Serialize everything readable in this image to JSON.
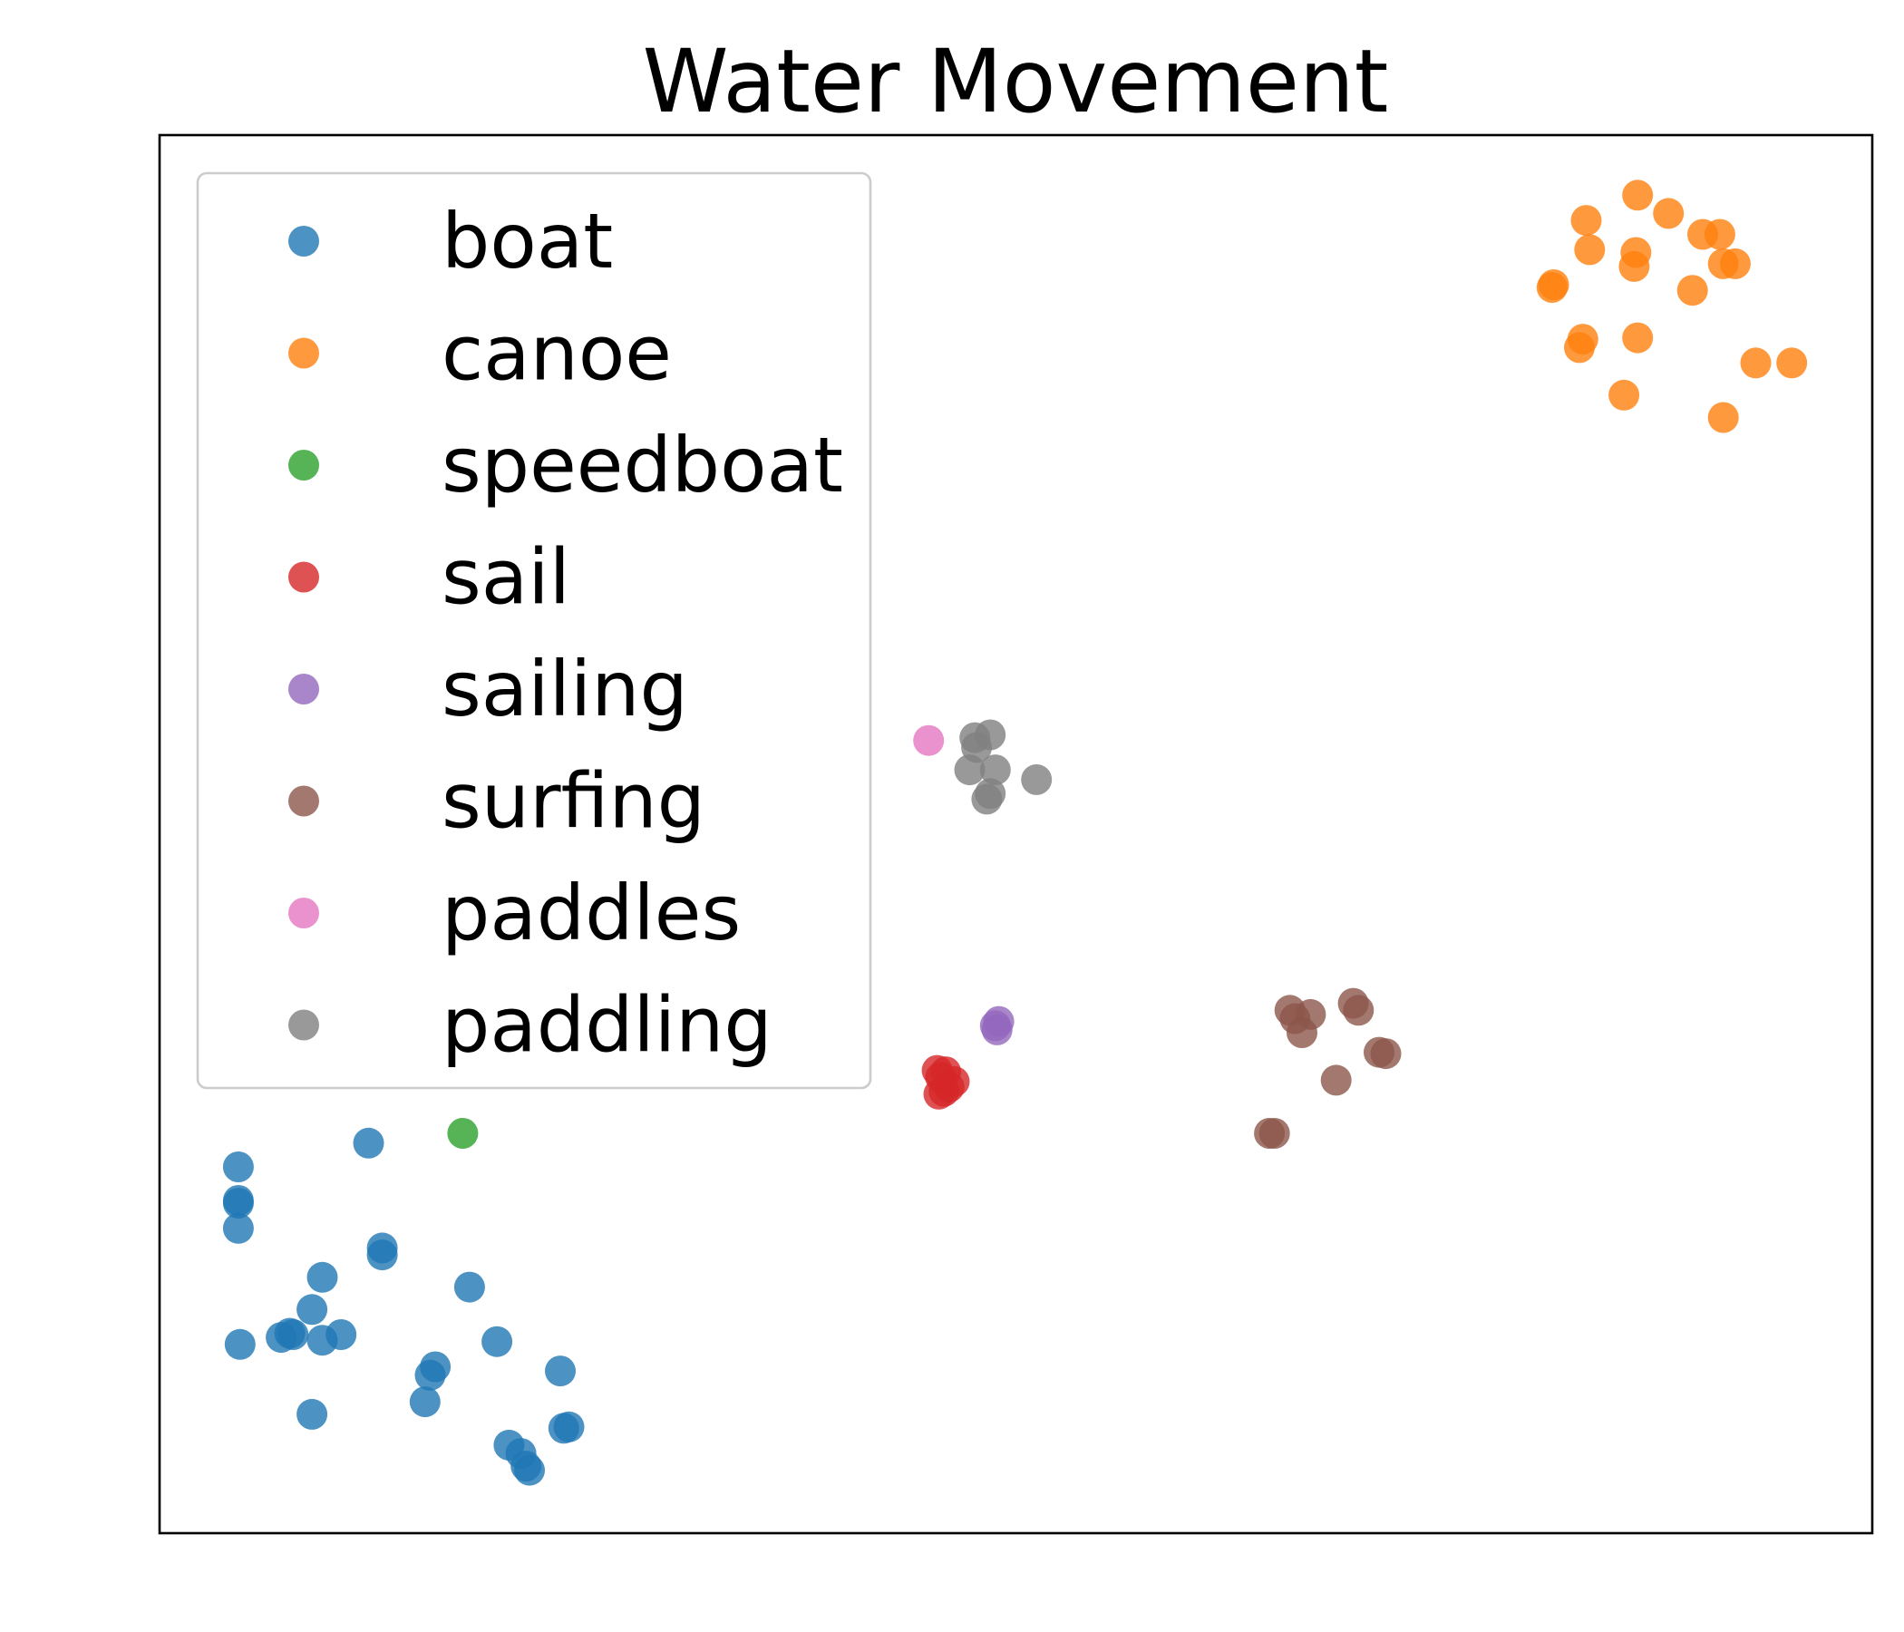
{
  "chart_data": {
    "type": "scatter",
    "title": "Water Movement",
    "xlabel": "",
    "ylabel": "",
    "xlim": [
      0,
      100
    ],
    "ylim": [
      0,
      100
    ],
    "grid": false,
    "legend_placement": "upper-left",
    "series": [
      {
        "name": "boat",
        "color": "#1f77b4",
        "points": [
          [
            4.6,
            26.2
          ],
          [
            4.6,
            23.8
          ],
          [
            4.6,
            23.6
          ],
          [
            4.6,
            21.8
          ],
          [
            12.2,
            27.9
          ],
          [
            13.0,
            20.4
          ],
          [
            13.0,
            19.9
          ],
          [
            9.5,
            18.3
          ],
          [
            8.9,
            16.0
          ],
          [
            7.1,
            14.0
          ],
          [
            7.8,
            14.2
          ],
          [
            7.6,
            14.3
          ],
          [
            9.5,
            13.8
          ],
          [
            10.6,
            14.2
          ],
          [
            4.7,
            13.5
          ],
          [
            8.9,
            8.5
          ],
          [
            18.1,
            17.6
          ],
          [
            19.7,
            13.7
          ],
          [
            16.1,
            11.9
          ],
          [
            15.8,
            11.3
          ],
          [
            15.5,
            9.4
          ],
          [
            23.4,
            11.6
          ],
          [
            23.6,
            7.5
          ],
          [
            23.9,
            7.6
          ],
          [
            20.4,
            6.3
          ],
          [
            21.1,
            5.7
          ],
          [
            21.4,
            4.8
          ],
          [
            21.6,
            4.5
          ]
        ]
      },
      {
        "name": "canoe",
        "color": "#ff7f0e",
        "points": [
          [
            86.3,
            95.7
          ],
          [
            88.1,
            94.4
          ],
          [
            83.3,
            93.9
          ],
          [
            90.1,
            92.9
          ],
          [
            91.1,
            92.9
          ],
          [
            83.5,
            91.8
          ],
          [
            86.2,
            91.6
          ],
          [
            86.1,
            90.6
          ],
          [
            91.3,
            90.8
          ],
          [
            92.0,
            90.8
          ],
          [
            81.4,
            89.3
          ],
          [
            81.3,
            89.1
          ],
          [
            89.5,
            88.9
          ],
          [
            83.1,
            85.4
          ],
          [
            86.3,
            85.5
          ],
          [
            82.9,
            84.8
          ],
          [
            93.2,
            83.7
          ],
          [
            95.3,
            83.7
          ],
          [
            85.5,
            81.4
          ],
          [
            91.3,
            79.8
          ]
        ]
      },
      {
        "name": "speedboat",
        "color": "#2ca02c",
        "points": [
          [
            17.7,
            28.6
          ]
        ]
      },
      {
        "name": "sail",
        "color": "#d62728",
        "points": [
          [
            45.4,
            33.1
          ],
          [
            45.9,
            33.0
          ],
          [
            45.6,
            32.6
          ],
          [
            46.4,
            32.3
          ],
          [
            46.1,
            31.9
          ],
          [
            45.8,
            31.6
          ],
          [
            45.5,
            31.4
          ]
        ]
      },
      {
        "name": "sailing",
        "color": "#9467bd",
        "points": [
          [
            49.0,
            36.6
          ],
          [
            48.8,
            36.3
          ],
          [
            48.9,
            36.0
          ]
        ]
      },
      {
        "name": "surfing",
        "color": "#8c564b",
        "points": [
          [
            66.0,
            37.4
          ],
          [
            67.2,
            37.1
          ],
          [
            66.3,
            36.8
          ],
          [
            66.7,
            35.8
          ],
          [
            69.7,
            37.9
          ],
          [
            70.0,
            37.4
          ],
          [
            71.2,
            34.4
          ],
          [
            71.6,
            34.3
          ],
          [
            68.7,
            32.4
          ],
          [
            64.8,
            28.6
          ],
          [
            65.1,
            28.6
          ]
        ]
      },
      {
        "name": "paddles",
        "color": "#e377c2",
        "points": [
          [
            44.9,
            56.7
          ]
        ]
      },
      {
        "name": "paddling",
        "color": "#7f7f7f",
        "points": [
          [
            48.5,
            57.1
          ],
          [
            47.6,
            56.9
          ],
          [
            47.7,
            56.2
          ],
          [
            47.3,
            54.6
          ],
          [
            48.8,
            54.6
          ],
          [
            51.2,
            53.9
          ],
          [
            48.5,
            52.9
          ],
          [
            48.3,
            52.5
          ]
        ]
      }
    ]
  }
}
